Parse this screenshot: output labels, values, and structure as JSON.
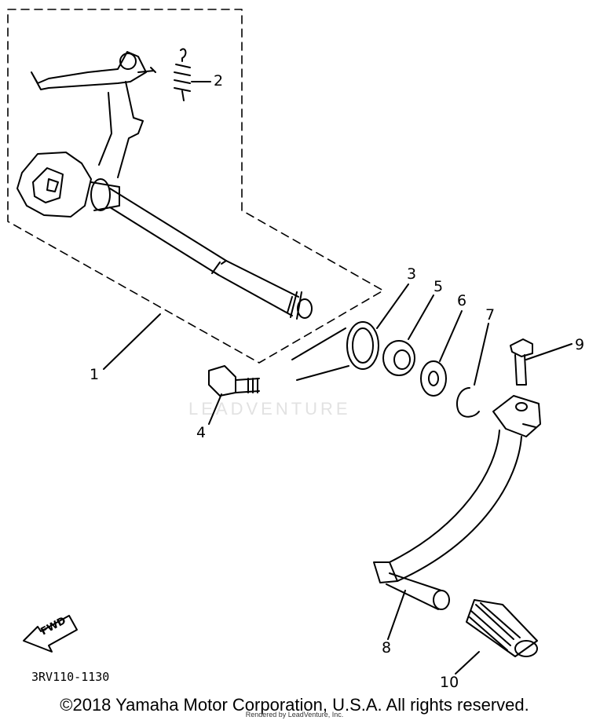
{
  "callouts": [
    "1",
    "2",
    "3",
    "4",
    "5",
    "6",
    "7",
    "8",
    "9",
    "10"
  ],
  "fwd_label": "FWD",
  "diagram_code": "3RV110-1130",
  "watermark": "LEADVENTURE",
  "copyright": "©2018 Yamaha Motor Corporation, U.S.A. All rights reserved.",
  "rendered_by": "Rendered by LeadVenture, Inc."
}
